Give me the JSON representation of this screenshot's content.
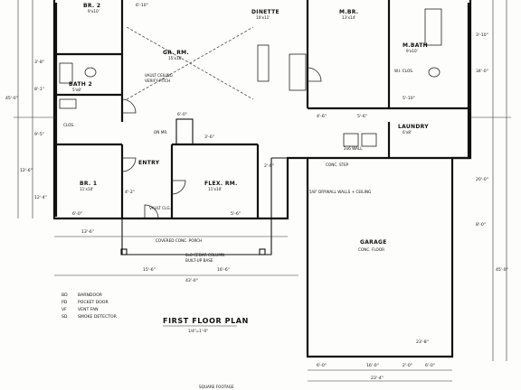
{
  "rooms": [
    {
      "id": "br2",
      "label": "BR. 2",
      "size": "9'x10'"
    },
    {
      "id": "gr-rm",
      "label": "GR. RM.",
      "size": "15'x18'"
    },
    {
      "id": "dinette",
      "label": "DINETTE",
      "size": "10'x11'"
    },
    {
      "id": "mbr",
      "label": "M.BR.",
      "size": "13'x14'"
    },
    {
      "id": "mbath",
      "label": "M.BATH",
      "size": "9'x10'"
    },
    {
      "id": "bath2",
      "label": "BATH 2",
      "size": "5'x8'"
    },
    {
      "id": "br1",
      "label": "BR. 1",
      "size": "11'x10'"
    },
    {
      "id": "entry",
      "label": "ENTRY",
      "size": ""
    },
    {
      "id": "flex-rm",
      "label": "FLEX. RM.",
      "size": "11'x10'"
    },
    {
      "id": "laundry",
      "label": "LAUNDRY",
      "size": "6'x8'"
    },
    {
      "id": "garage",
      "label": "GARAGE",
      "size": "CONC. FLOOR"
    }
  ],
  "notes": {
    "vault": "VAULT CEILING",
    "verify": "VERIFY PITCH",
    "up": "ON MR.",
    "conc_step": "CONC. STEP",
    "drywall": "5/8\" DRYWALL WALLS + CEILING",
    "porch": "COVERED CONC. PORCH",
    "porch_col": "8x8 CEDAR COLUMN",
    "porch_base": "BUILT-UP BASE",
    "vault_clg": "VAULT CLG.",
    "wall_24": "2x6 WALL",
    "clos": "CLOS.",
    "wic": "W.I. CLOS."
  },
  "legend": [
    {
      "code": "BD",
      "text": "BARNDOOR"
    },
    {
      "code": "PD",
      "text": "POCKET DOOR"
    },
    {
      "code": "VF",
      "text": "VENT FAN"
    },
    {
      "code": "SD",
      "text": "SMOKE DETECTOR"
    }
  ],
  "title": {
    "main": "FIRST FLOOR PLAN",
    "scale": "1/4\"=1'-0\""
  },
  "footer": "SQUARE FOOTAGE",
  "dims": {
    "left_overall": "45'-0\"",
    "left_a": "3'-8\"",
    "left_b": "8'-1\"",
    "left_c": "12'-6\"",
    "left_d": "9'-5\"",
    "left_e": "12'-4\"",
    "right_a": "3'-10\"",
    "right_b": "34'-0\"",
    "right_c": "20'-0\"",
    "right_d": "8'-0\"",
    "right_overall": "45'-0\"",
    "bottom_porch": "43'-0\"",
    "bottom_a": "13'-6\"",
    "bottom_b": "15'-6\"",
    "bottom_c": "16'-6\"",
    "garage_w": "23'-4\"",
    "garage_a": "6'-0\"",
    "garage_b": "16'-0\"",
    "garage_c": "2'-0\"",
    "garage_d": "6'-0\"",
    "garage_e": "23'-8\"",
    "interior_a": "6'-0\"",
    "interior_b": "4'-2\"",
    "interior_c": "5'-6\"",
    "interior_d": "3'-6\"",
    "interior_e": "6'-0\"",
    "interior_f": "2'-6\"",
    "interior_g": "4'-6\"",
    "interior_h": "5'-6\"",
    "interior_i": "5'-10\"",
    "interior_j": "6'-10\""
  }
}
